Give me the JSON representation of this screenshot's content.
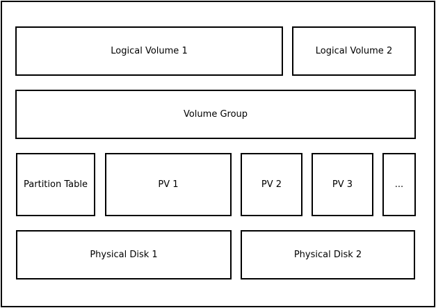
{
  "logical_volumes": {
    "lv1": "Logical Volume 1",
    "lv2": "Logical Volume 2"
  },
  "volume_group": "Volume Group",
  "partition_layer": {
    "partition_table": "Partition Table",
    "pv1": "PV 1",
    "pv2": "PV 2",
    "pv3": "PV 3",
    "more": "..."
  },
  "physical_disks": {
    "disk1": "Physical Disk 1",
    "disk2": "Physical Disk 2"
  }
}
